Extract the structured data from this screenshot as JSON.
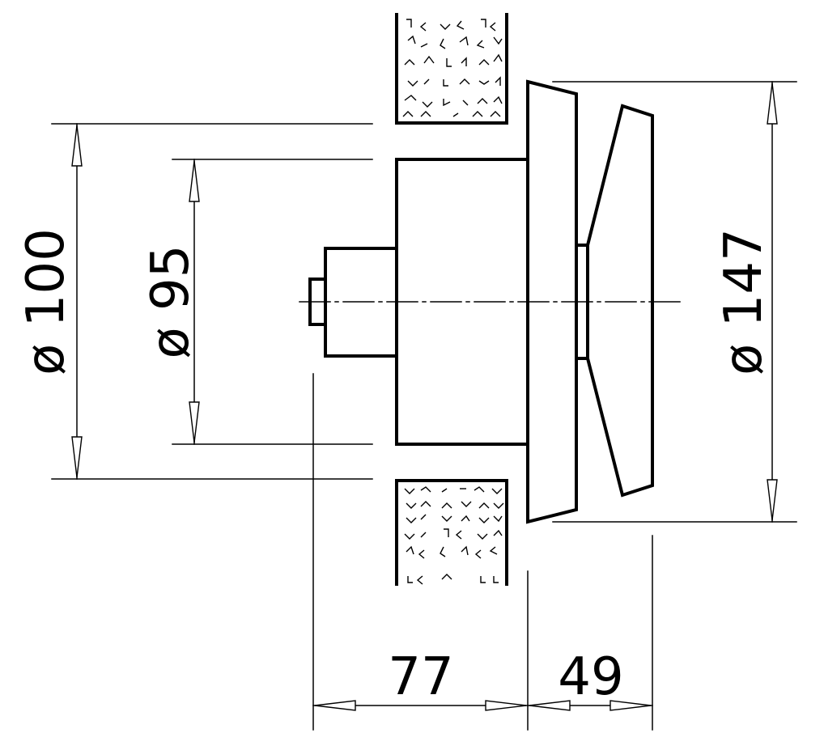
{
  "dimensions": {
    "dia_outer_left": "ø 100",
    "dia_inner_left": "ø 95",
    "dia_right": "ø 147",
    "length_left": "77",
    "length_right": "49"
  }
}
